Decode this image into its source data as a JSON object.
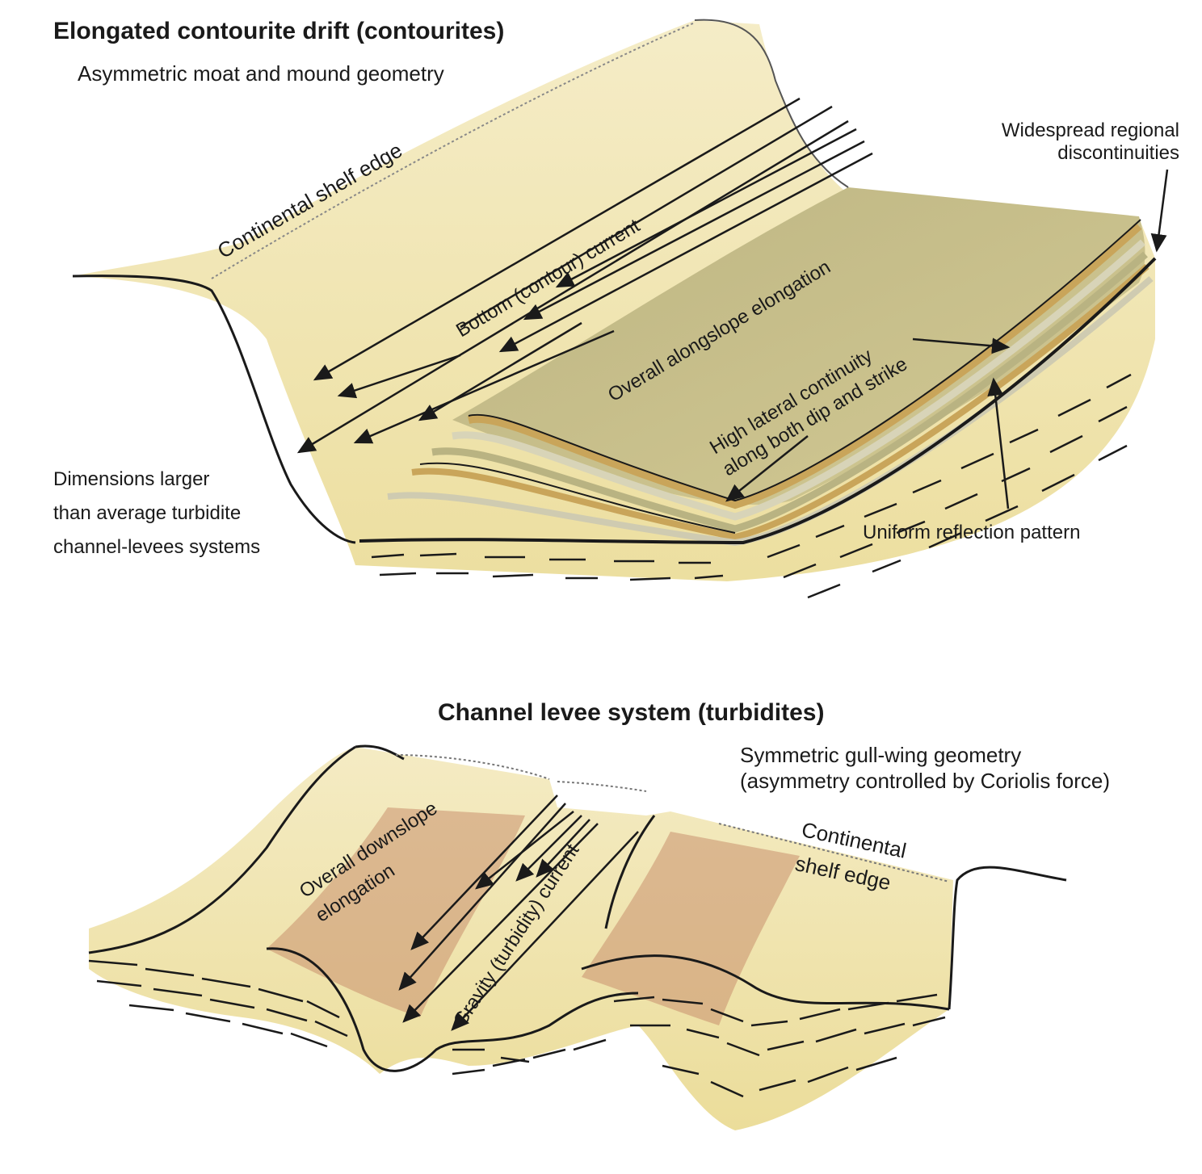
{
  "top": {
    "title": "Elongated contourite drift (contourites)",
    "subtitle": "Asymmetric moat and mound geometry",
    "shelf_edge": "Continental shelf edge",
    "current": "Bottom (contour) current",
    "elongation": "Overall alongslope elongation",
    "continuity_1": "High lateral continuity",
    "continuity_2": "along both dip and strike",
    "discontinuities_1": "Widespread regional",
    "discontinuities_2": "discontinuities",
    "reflection": "Uniform reflection pattern",
    "dimensions_1": "Dimensions larger",
    "dimensions_2": "than average turbidite",
    "dimensions_3": "channel-levees systems"
  },
  "bottom": {
    "title": "Channel levee system (turbidites)",
    "subtitle_1": "Symmetric gull-wing geometry",
    "subtitle_2": "(asymmetry controlled by Coriolis force)",
    "elongation_1": "Overall downslope",
    "elongation_2": "elongation",
    "current": "Gravity (turbidity) current",
    "shelf_1": "Continental",
    "shelf_2": "shelf edge"
  },
  "colors": {
    "sand": "#efe3a8",
    "olive": "#b9b382",
    "levee_rust": "#c98f6e",
    "ink": "#1a1a1a"
  }
}
